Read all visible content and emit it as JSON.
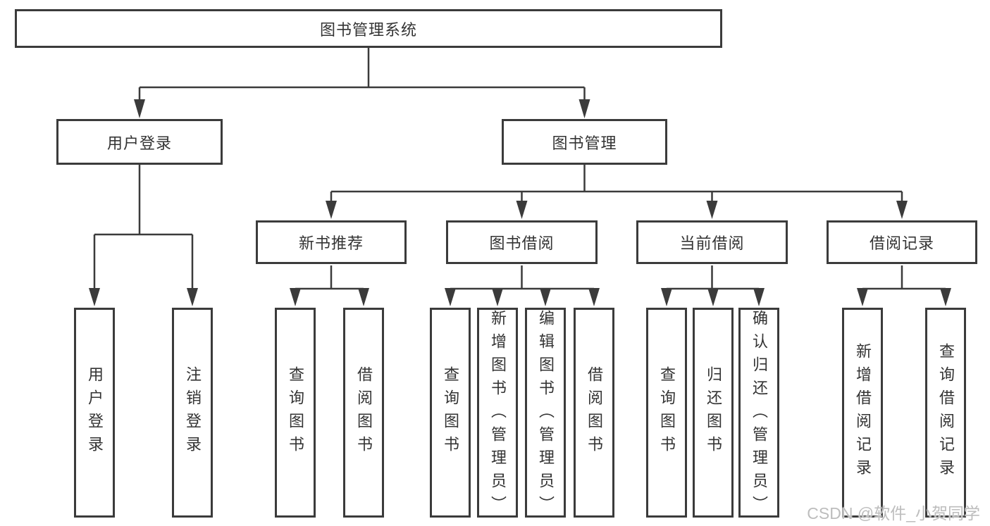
{
  "diagram": {
    "root": "图书管理系统",
    "level2": [
      "用户登录",
      "图书管理"
    ],
    "level3": [
      "新书推荐",
      "图书借阅",
      "当前借阅",
      "借阅记录"
    ],
    "leaves": {
      "user_login": [
        "用户登录",
        "注销登录"
      ],
      "new_book_recommend": [
        "查询图书",
        "借阅图书"
      ],
      "book_borrowing": [
        "查询图书",
        "新增图书（管理员）",
        "编辑图书（管理员）",
        "借阅图书"
      ],
      "current_borrowing": [
        "查询图书",
        "归还图书",
        "确认归还（管理员）"
      ],
      "borrow_records": [
        "新增借阅记录",
        "查询借阅记录"
      ]
    },
    "watermark": "CSDN @软件_小贺同学",
    "colors": {
      "border": "#3b3b3b",
      "line": "#3b3b3b",
      "text": "#333333",
      "watermark": "#bdbdbd",
      "background": "#ffffff"
    }
  }
}
